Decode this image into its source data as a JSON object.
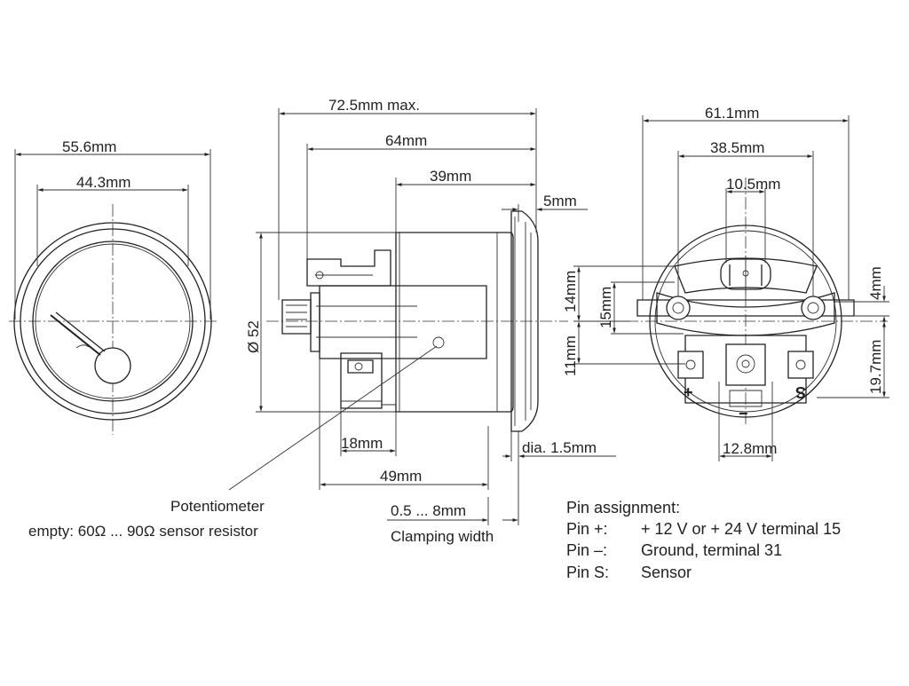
{
  "front_view": {
    "outer_width": "55.6mm",
    "inner_width": "44.3mm"
  },
  "side_view": {
    "overall_length": "72.5mm max.",
    "body_length": "64mm",
    "housing_length": "39mm",
    "bezel_depth": "5mm",
    "diameter": "Ø 52",
    "terminal_offset": "18mm",
    "mount_length": "49mm",
    "wall_thickness": "dia. 1.5mm",
    "clamping_range": "0.5 ... 8mm",
    "clamping_label": "Clamping width",
    "potentiometer_label": "Potentiometer",
    "sensor_note": "empty: 60Ω ... 90Ω sensor resistor"
  },
  "rear_view": {
    "bracket_width": "61.1mm",
    "stud_spacing": "38.5mm",
    "lamp_width": "10.5mm",
    "dim_4": "4mm",
    "dim_14": "14mm",
    "dim_15": "15mm",
    "dim_11": "11mm",
    "dim_19_7": "19.7mm",
    "dim_12_8": "12.8mm",
    "pin_plus_mark": "+",
    "pin_minus_mark": "−",
    "pin_s_mark": "S"
  },
  "pin_assignment": {
    "title": "Pin assignment:",
    "rows": [
      {
        "pin": "Pin +:",
        "desc": "+ 12 V or + 24 V  terminal 15"
      },
      {
        "pin": "Pin –:",
        "desc": "Ground, terminal 31"
      },
      {
        "pin": "Pin S:",
        "desc": "Sensor"
      }
    ]
  }
}
